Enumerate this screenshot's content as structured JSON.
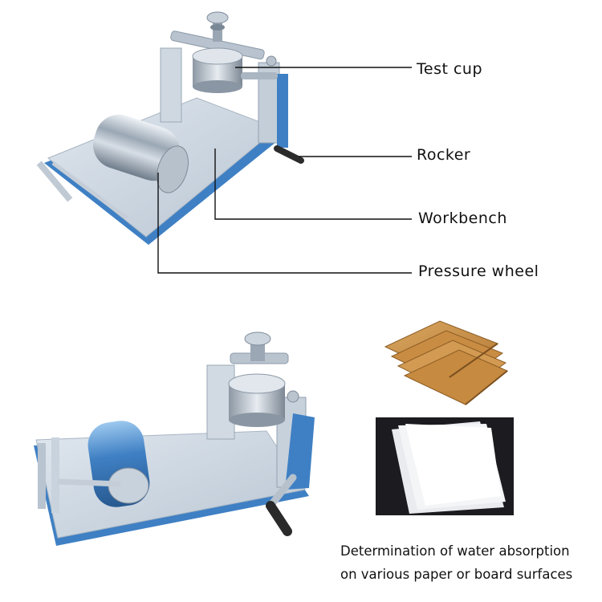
{
  "callouts": {
    "test_cup": "Test cup",
    "rocker": "Rocker",
    "workbench": "Workbench",
    "pressure_wheel": "Pressure wheel"
  },
  "caption": {
    "line1": "Determination of water absorption",
    "line2": "on various paper or board surfaces"
  },
  "colors": {
    "base_blue": "#3f80c4",
    "plate_silver": "#c9d4df",
    "cardboard": "#c9924a",
    "paper_white": "#f4f5f7",
    "sample_background": "#1b1b20"
  }
}
